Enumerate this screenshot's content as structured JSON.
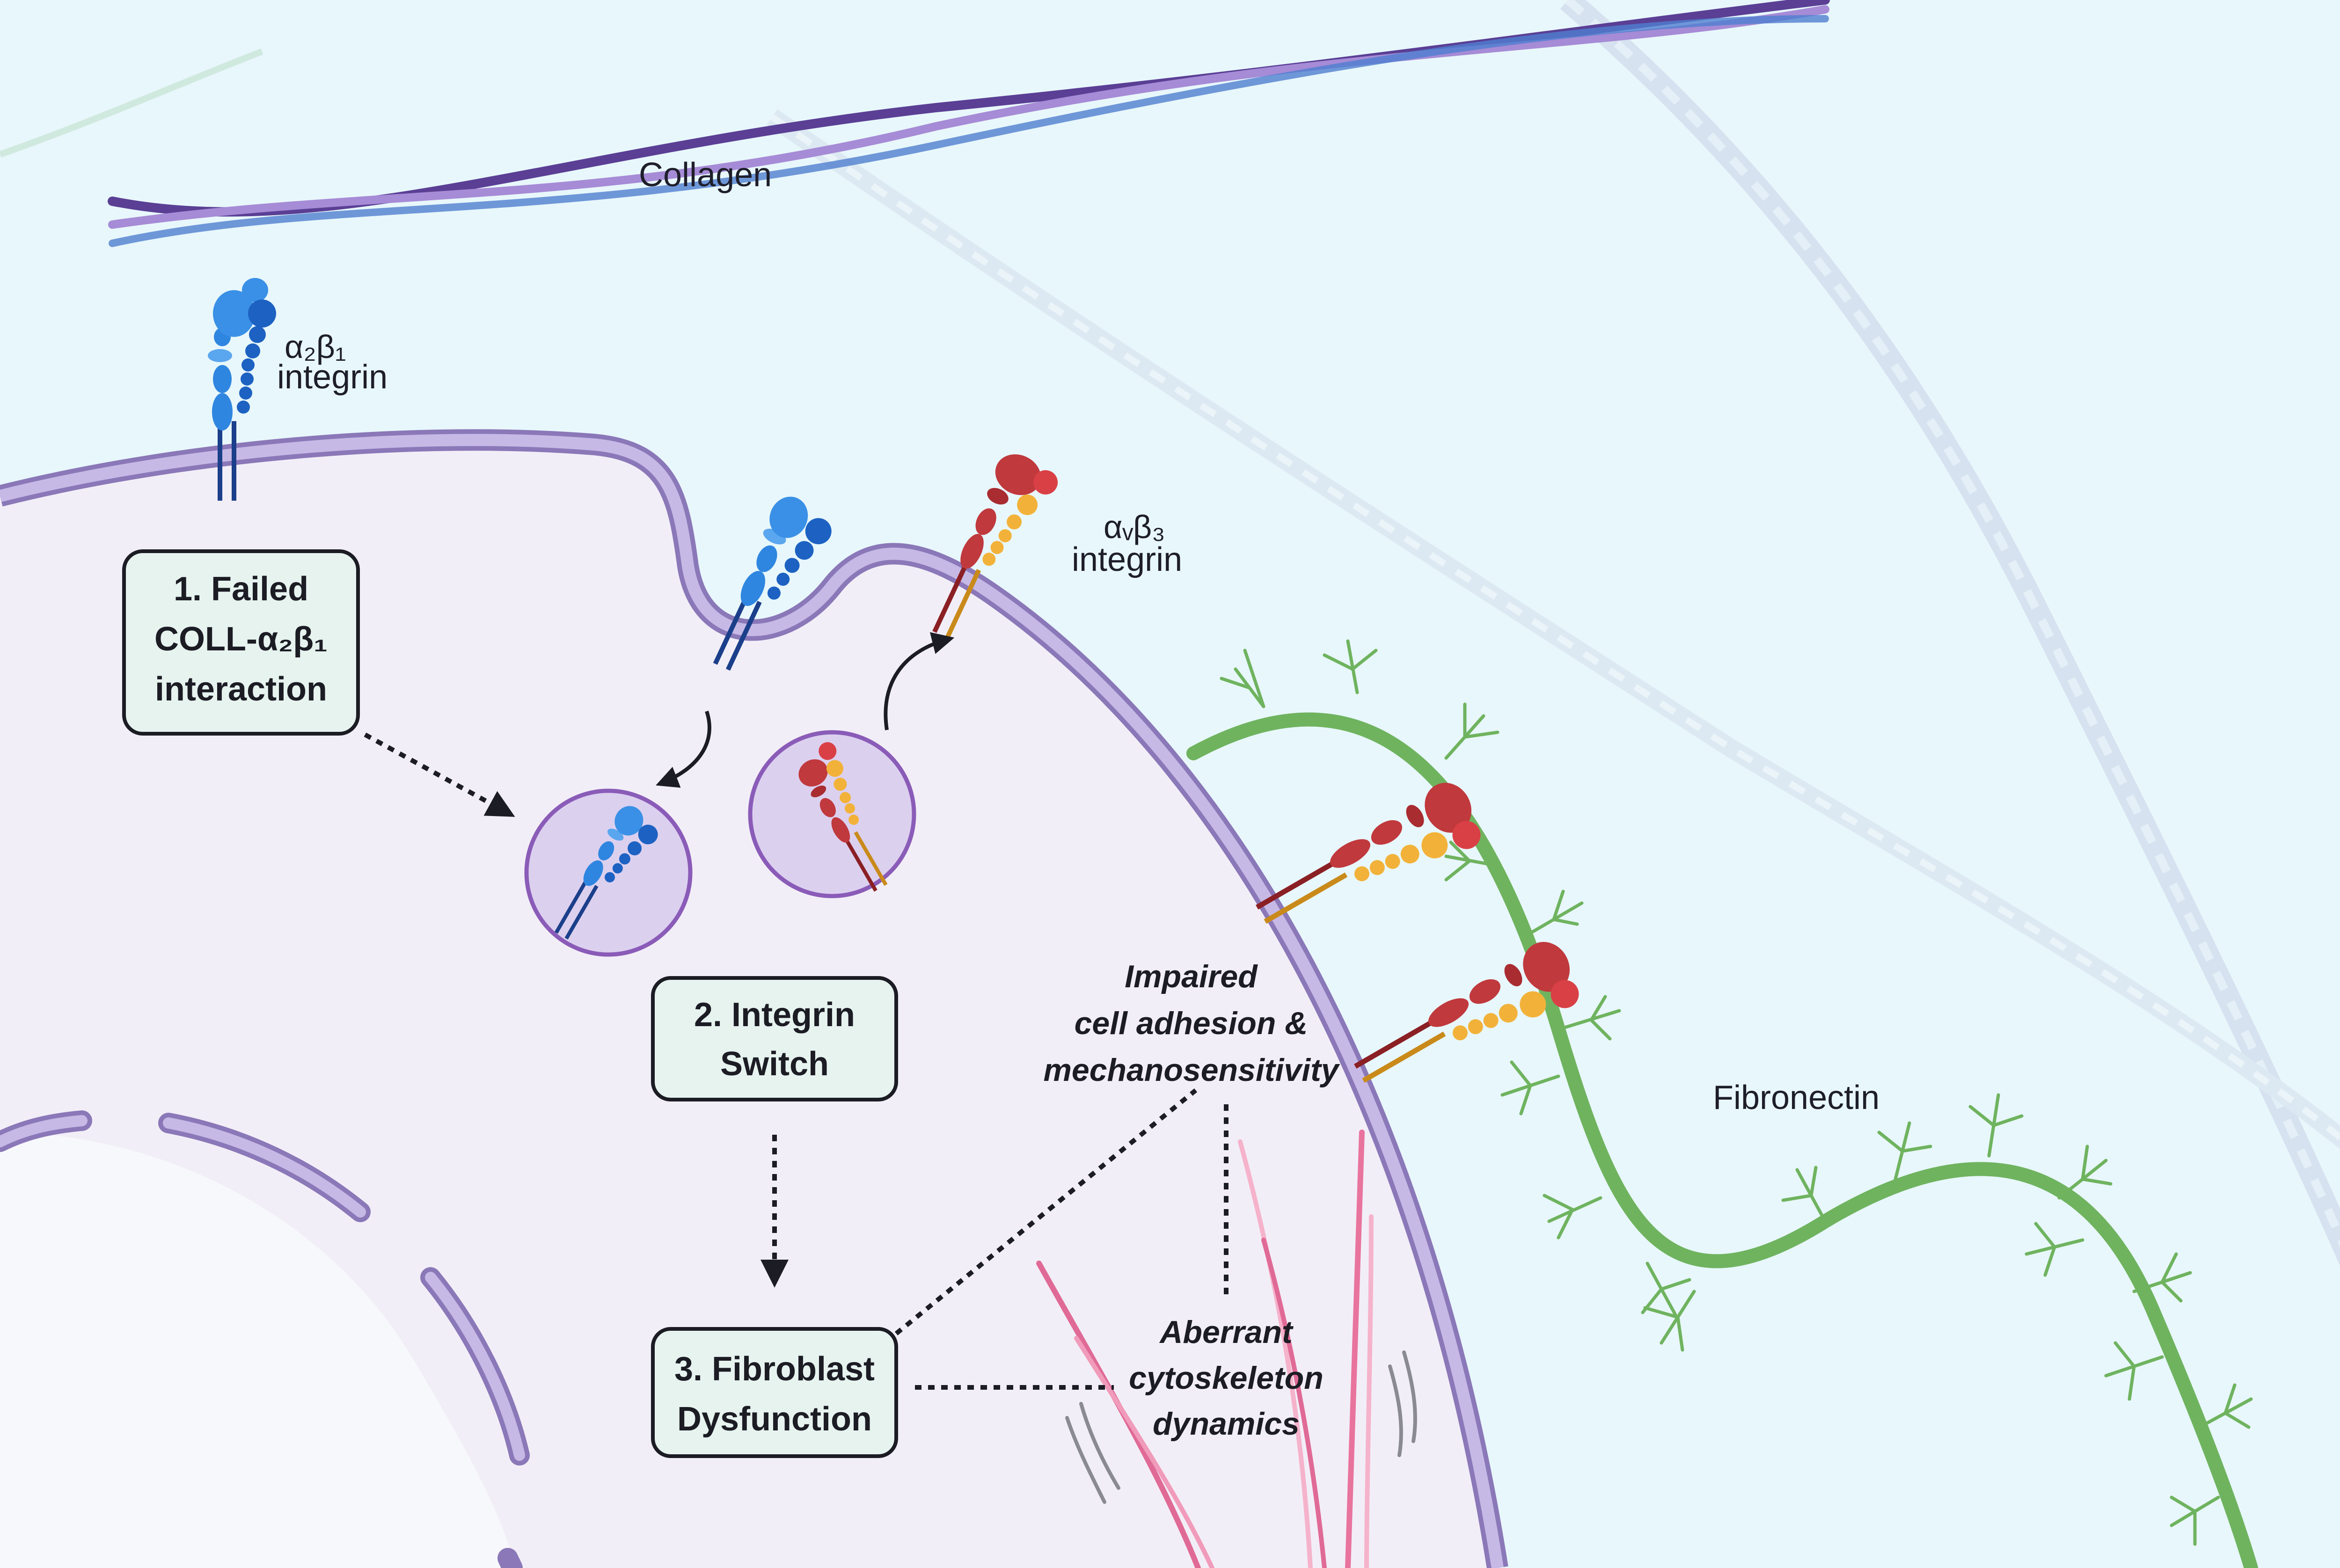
{
  "colors": {
    "background": "#e8f7fb",
    "cell": "#f2eef7",
    "membrane": "#b9a9da",
    "membrane_edge": "#8a78b8",
    "nucleus": "#f7f8fb",
    "box_fill": "#e6f3ef",
    "integrin_a2b1": "#1f6fd0",
    "integrin_avb3_alpha": "#c0393d",
    "integrin_avb3_beta": "#f2b23a",
    "fibronectin": "#6fb35f",
    "collagen": "#7b5fb8",
    "actin": "#e06a96"
  },
  "labels": {
    "collagen": "Collagen",
    "fibronectin": "Fibronectin",
    "a2b1_line1": "α₂β₁",
    "a2b1_line2": "integrin",
    "avb3_line1": "αᵥβ₃",
    "avb3_line2": "integrin"
  },
  "boxes": {
    "step1": {
      "line1": "1. Failed",
      "line2": "COLL-α₂β₁",
      "line3": "interaction"
    },
    "step2": {
      "line1": "2. Integrin",
      "line2": "Switch"
    },
    "step3": {
      "line1": "3. Fibroblast",
      "line2": "Dysfunction"
    }
  },
  "effects": {
    "adhesion": {
      "line1": "Impaired",
      "line2": "cell adhesion &",
      "line3": "mechanosensitivity"
    },
    "cytoskeleton": {
      "line1": "Aberrant",
      "line2": "cytoskeleton",
      "line3": "dynamics"
    }
  }
}
